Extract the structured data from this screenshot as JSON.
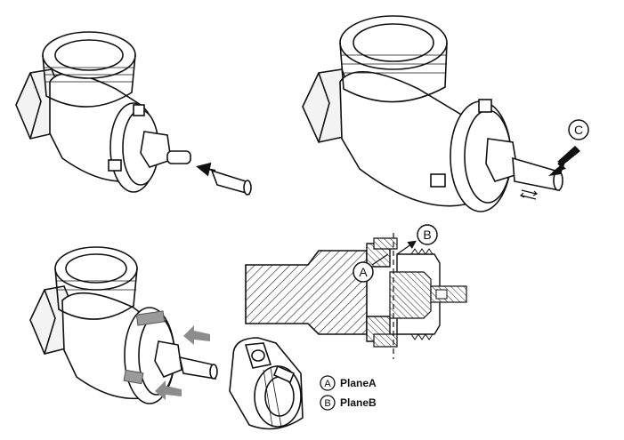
{
  "callouts": {
    "a": "A",
    "b": "B",
    "c": "C"
  },
  "legend": [
    {
      "letter": "A",
      "text": "PlaneA"
    },
    {
      "letter": "B",
      "text": "PlaneB"
    }
  ],
  "colors": {
    "line": "#111111",
    "fill": "#ffffff",
    "shade": "#e6e6e6",
    "arrow_grey": "#8c8c8c",
    "tape_grey": "#9a9a9a"
  }
}
